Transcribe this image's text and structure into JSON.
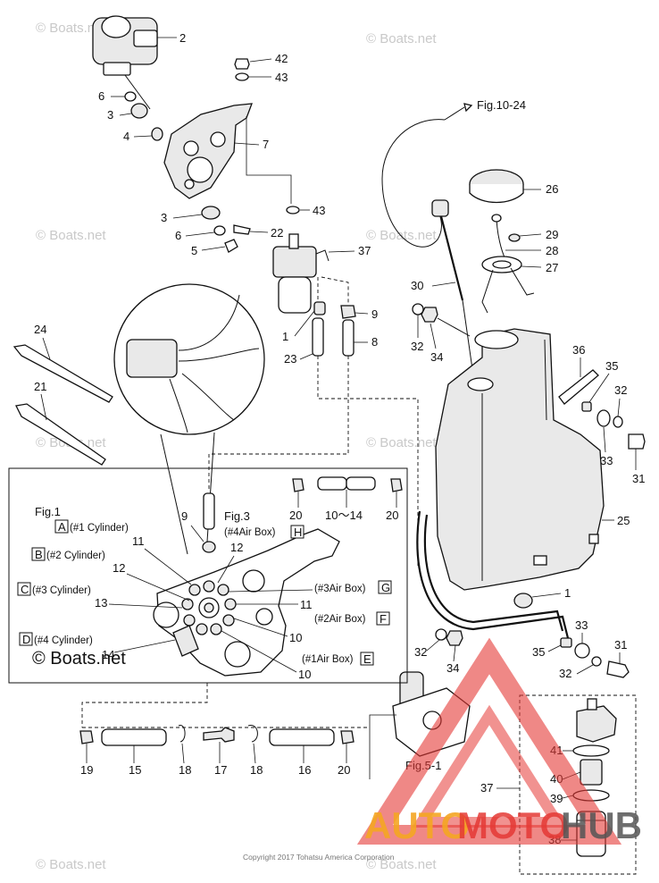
{
  "watermark": "© Boats.net",
  "watermark_inline": "© Boats.net",
  "copyright": "Copyright 2017 Tohatsu America Corporation",
  "logo": {
    "left": "AUTO",
    "mid": "MOTO",
    "right": "HUB"
  },
  "figure_refs": {
    "fig10_24": "Fig.10-24",
    "fig5_1": "Fig.5-1",
    "fig1": "Fig.1",
    "fig3": "Fig.3"
  },
  "cylinders": {
    "a_tag": "A",
    "a_text": "(#1 Cylinder)",
    "b_tag": "B",
    "b_text": "(#2 Cylinder)",
    "c_tag": "C",
    "c_text": "(#3 Cylinder)",
    "d_tag": "D",
    "d_text": "(#4 Cylinder)"
  },
  "air_boxes": {
    "h_text": "(#4Air Box)",
    "h_tag": "H",
    "g_text": "(#3Air Box)",
    "g_tag": "G",
    "f_text": "(#2Air Box)",
    "f_tag": "F",
    "e_text": "(#1Air Box)",
    "e_tag": "E"
  },
  "callouts": {
    "c1": "1",
    "c1b": "1",
    "c2": "2",
    "c3a": "3",
    "c3b": "3",
    "c4": "4",
    "c5": "5",
    "c6a": "6",
    "c6b": "6",
    "c7": "7",
    "c8": "8",
    "c9a": "9",
    "c9b": "9",
    "c10a": "10",
    "c10b": "10",
    "c10_14": "10～14",
    "c11a": "11",
    "c11b": "11",
    "c12a": "12",
    "c12b": "12",
    "c13": "13",
    "c14": "14",
    "c15": "15",
    "c16": "16",
    "c17": "17",
    "c18a": "18",
    "c18b": "18",
    "c19": "19",
    "c20a": "20",
    "c20b": "20",
    "c20c": "20",
    "c21": "21",
    "c22": "22",
    "c23": "23",
    "c24": "24",
    "c25": "25",
    "c26": "26",
    "c27": "27",
    "c28": "28",
    "c29": "29",
    "c30": "30",
    "c31a": "31",
    "c31b": "31",
    "c32a": "32",
    "c32b": "32",
    "c32c": "32",
    "c32d": "32",
    "c33a": "33",
    "c33b": "33",
    "c34a": "34",
    "c34b": "34",
    "c35a": "35",
    "c35b": "35",
    "c36": "36",
    "c37a": "37",
    "c37b": "37",
    "c38": "38",
    "c39": "39",
    "c40": "40",
    "c41": "41",
    "c42": "42",
    "c43a": "43",
    "c43b": "43"
  },
  "colors": {
    "logo_orange": "#f5a623",
    "logo_red": "#e53935",
    "logo_gray": "#555555"
  }
}
